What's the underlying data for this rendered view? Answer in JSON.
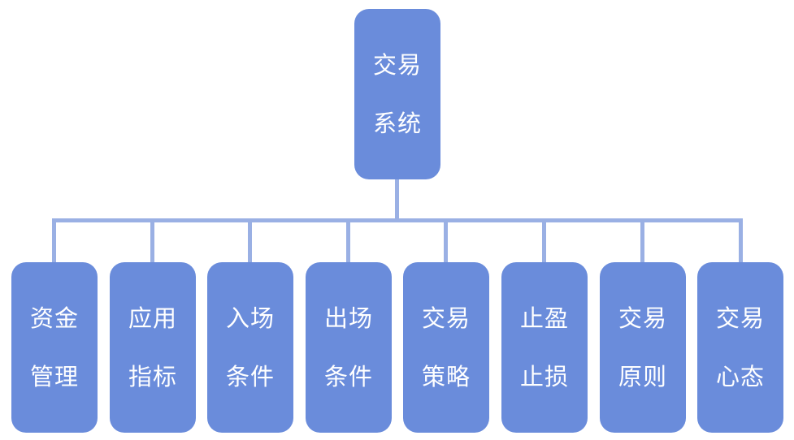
{
  "root": {
    "line1": "交易",
    "line2": "系统"
  },
  "children": [
    {
      "line1": "资金",
      "line2": "管理"
    },
    {
      "line1": "应用",
      "line2": "指标"
    },
    {
      "line1": "入场",
      "line2": "条件"
    },
    {
      "line1": "出场",
      "line2": "条件"
    },
    {
      "line1": "交易",
      "line2": "策略"
    },
    {
      "line1": "止盈",
      "line2": "止损"
    },
    {
      "line1": "交易",
      "line2": "原则"
    },
    {
      "line1": "交易",
      "line2": "心态"
    }
  ],
  "colors": {
    "node_fill": "#6a8cdb",
    "connector": "#9ab0e4",
    "text": "#ffffff"
  }
}
